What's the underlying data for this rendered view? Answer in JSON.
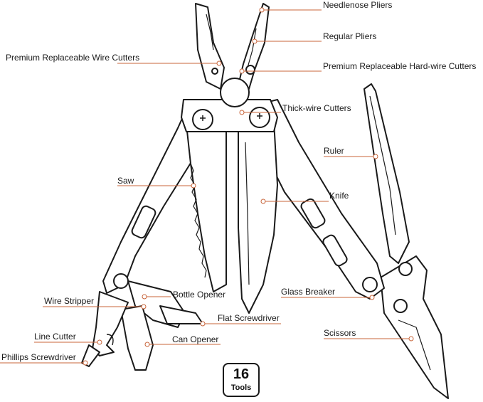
{
  "colors": {
    "leader": "#c8643a",
    "outline": "#1a1a1a",
    "fill": "#ffffff"
  },
  "labels": [
    {
      "id": "needlenose-pliers",
      "text": "Needlenose Pliers"
    },
    {
      "id": "regular-pliers",
      "text": "Regular Pliers"
    },
    {
      "id": "premium-wire-cutters",
      "text": "Premium Replaceable Wire Cutters"
    },
    {
      "id": "premium-hardwire-cutters",
      "text": "Premium Replaceable Hard-wire Cutters"
    },
    {
      "id": "thick-wire-cutters",
      "text": "Thick-wire Cutters"
    },
    {
      "id": "ruler",
      "text": "Ruler"
    },
    {
      "id": "saw",
      "text": "Saw"
    },
    {
      "id": "knife",
      "text": "Knife"
    },
    {
      "id": "bottle-opener",
      "text": "Bottle Opener"
    },
    {
      "id": "glass-breaker",
      "text": "Glass Breaker"
    },
    {
      "id": "wire-stripper",
      "text": "Wire Stripper"
    },
    {
      "id": "flat-screwdriver",
      "text": "Flat Screwdriver"
    },
    {
      "id": "scissors",
      "text": "Scissors"
    },
    {
      "id": "line-cutter",
      "text": "Line Cutter"
    },
    {
      "id": "can-opener",
      "text": "Can Opener"
    },
    {
      "id": "phillips-screwdriver",
      "text": "Phillips Screwdriver"
    }
  ],
  "badge": {
    "number": "16",
    "text": "Tools"
  }
}
